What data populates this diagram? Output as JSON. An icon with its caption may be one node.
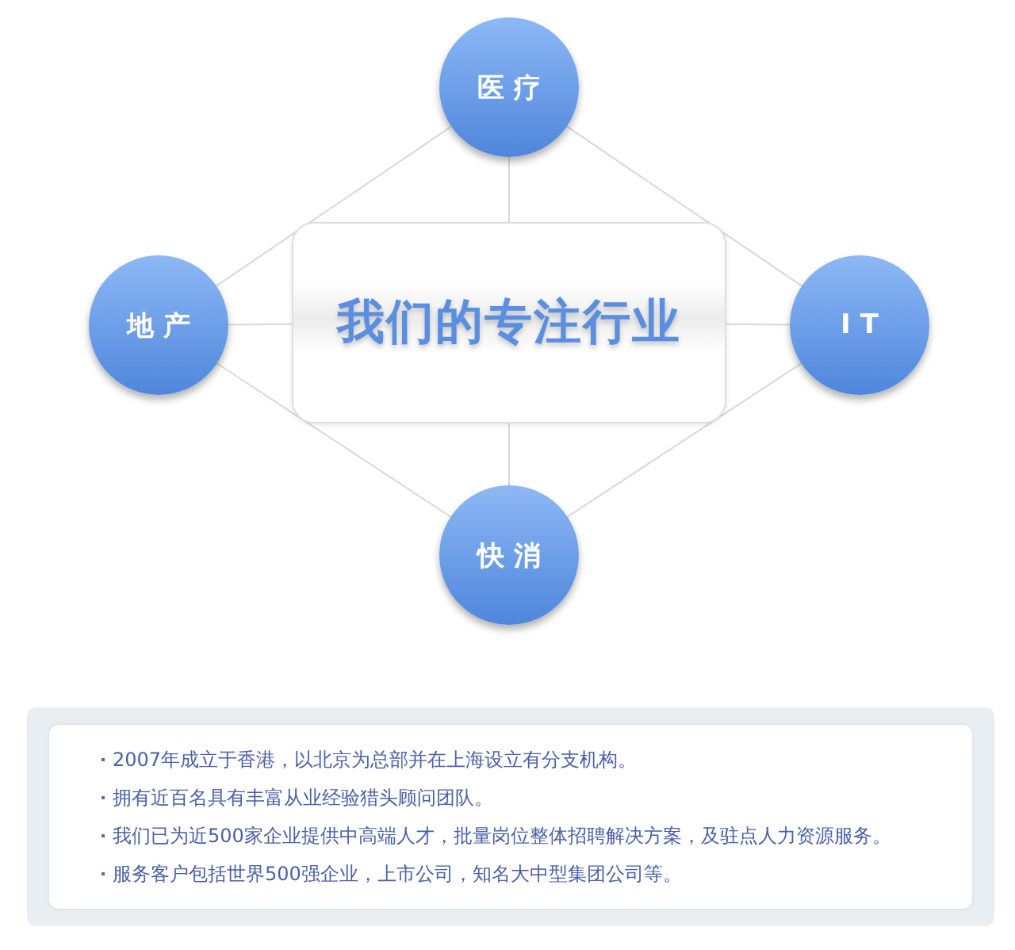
{
  "diagram": {
    "nodes": [
      {
        "text": [
          "我们的专注行业"
        ]
      },
      {
        "text": [
          "医疗"
        ]
      },
      {
        "text": [
          "地产"
        ]
      },
      {
        "text": [
          "IT"
        ]
      },
      {
        "text": [
          "快消"
        ]
      }
    ],
    "edges": [
      {
        "from": 0,
        "to": 1,
        "arrow": "none"
      },
      {
        "from": 0,
        "to": 2,
        "arrow": "none"
      },
      {
        "from": 0,
        "to": 3,
        "arrow": "none"
      },
      {
        "from": 0,
        "to": 4,
        "arrow": "none"
      },
      {
        "from": 1,
        "to": 2,
        "arrow": "none"
      },
      {
        "from": 1,
        "to": 3,
        "arrow": "none"
      },
      {
        "from": 2,
        "to": 4,
        "arrow": "none"
      },
      {
        "from": 3,
        "to": 4,
        "arrow": "none"
      }
    ],
    "labels": [
      "2007年成立于香港，以北京为总部并在上海设立有分支机构。",
      "拥有近百名具有丰富从业经验猎头顾问团队。",
      "我们已为近500家企业提供中高端人才，批量岗位整体招聘解决方案，及驻点人力资源服务。",
      "服务客户包括世界500强企业，上市公司，知名大中型集团公司等。"
    ]
  }
}
